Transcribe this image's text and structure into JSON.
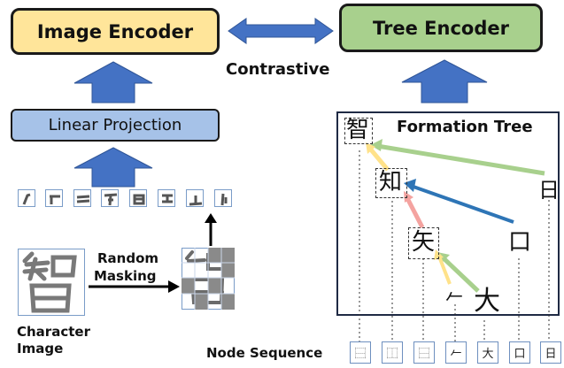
{
  "image_encoder": {
    "label": "Image Encoder"
  },
  "tree_encoder": {
    "label": "Tree Encoder"
  },
  "contrastive": {
    "label": "Contrastive"
  },
  "linear_projection": {
    "label": "Linear Projection"
  },
  "random_masking": {
    "line1": "Random",
    "line2": "Masking"
  },
  "character_image": {
    "line1": "Character",
    "line2": "Image"
  },
  "formation_tree": {
    "title": "Formation Tree",
    "nodes": {
      "root": "智",
      "left": "知",
      "right": "日",
      "mid_left": "矢",
      "mid_right": "口",
      "leaf_left": "𠂉",
      "leaf_right": "大"
    }
  },
  "node_sequence": {
    "label": "Node Sequence",
    "items": [
      "⿱",
      "⿰",
      "⿱",
      "𠂉",
      "大",
      "口",
      "日"
    ]
  },
  "colors": {
    "image_encoder_fill": "#ffe59a",
    "tree_encoder_fill": "#a8d08d",
    "linear_projection_fill": "#a6c2e8",
    "arrow_blue": "#4472c4",
    "edge_green": "#a8d08d",
    "edge_blue": "#2e75b6",
    "edge_red": "#f4a3a0",
    "edge_yellow": "#ffe28a"
  },
  "icons": {
    "up_arrow": "block-up-arrow-icon",
    "double_arrow": "double-headed-arrow-icon",
    "right_arrow": "right-arrow-icon"
  }
}
